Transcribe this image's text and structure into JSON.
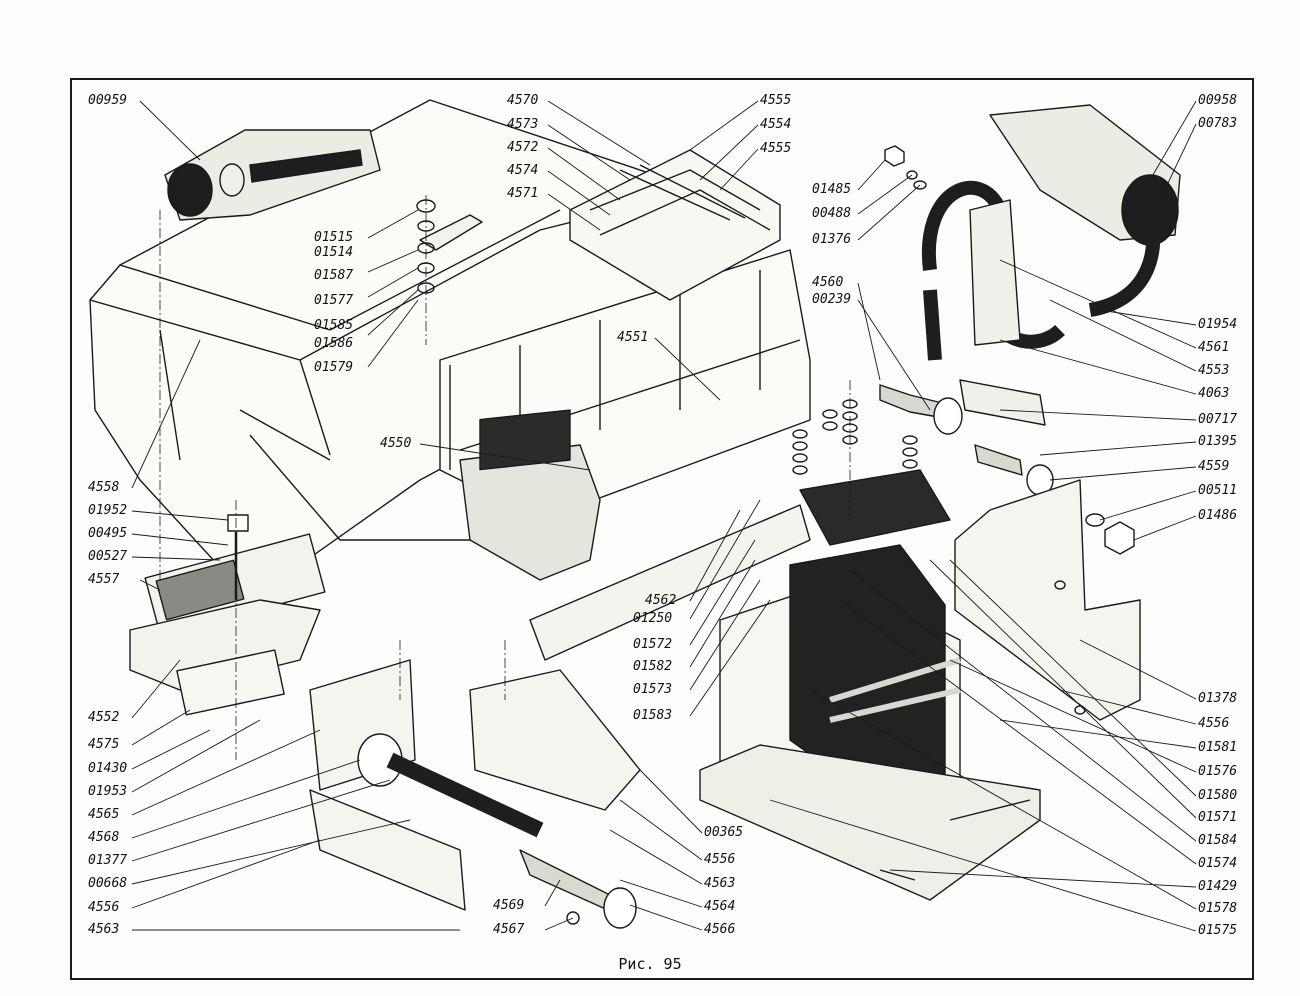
{
  "figure": {
    "caption": "Рис. 95"
  },
  "labels": [
    {
      "id": "l1",
      "text": "00959"
    },
    {
      "id": "l2",
      "text": "4570"
    },
    {
      "id": "l3",
      "text": "4573"
    },
    {
      "id": "l4",
      "text": "4572"
    },
    {
      "id": "l5",
      "text": "4574"
    },
    {
      "id": "l6",
      "text": "4571"
    },
    {
      "id": "l7",
      "text": "4555"
    },
    {
      "id": "l8",
      "text": "4554"
    },
    {
      "id": "l9",
      "text": "4555"
    },
    {
      "id": "l10",
      "text": "00958"
    },
    {
      "id": "l11",
      "text": "00783"
    },
    {
      "id": "l12",
      "text": "01485"
    },
    {
      "id": "l13",
      "text": "00488"
    },
    {
      "id": "l14",
      "text": "01376"
    },
    {
      "id": "l15",
      "text": "01515"
    },
    {
      "id": "l16",
      "text": "01514"
    },
    {
      "id": "l17",
      "text": "01587"
    },
    {
      "id": "l18",
      "text": "01577"
    },
    {
      "id": "l19",
      "text": "01585"
    },
    {
      "id": "l20",
      "text": "01586"
    },
    {
      "id": "l21",
      "text": "01579"
    },
    {
      "id": "l22",
      "text": "4560"
    },
    {
      "id": "l23",
      "text": "00239"
    },
    {
      "id": "l24",
      "text": "4551"
    },
    {
      "id": "l25",
      "text": "01954"
    },
    {
      "id": "l26",
      "text": "4561"
    },
    {
      "id": "l27",
      "text": "4553"
    },
    {
      "id": "l28",
      "text": "4063"
    },
    {
      "id": "l29",
      "text": "00717"
    },
    {
      "id": "l30",
      "text": "01395"
    },
    {
      "id": "l31",
      "text": "4559"
    },
    {
      "id": "l32",
      "text": "00511"
    },
    {
      "id": "l33",
      "text": "01486"
    },
    {
      "id": "l34",
      "text": "4550"
    },
    {
      "id": "l35",
      "text": "4558"
    },
    {
      "id": "l36",
      "text": "01952"
    },
    {
      "id": "l37",
      "text": "00495"
    },
    {
      "id": "l38",
      "text": "00527"
    },
    {
      "id": "l39",
      "text": "4557"
    },
    {
      "id": "l40",
      "text": "4562"
    },
    {
      "id": "l41",
      "text": "01250"
    },
    {
      "id": "l42",
      "text": "01572"
    },
    {
      "id": "l43",
      "text": "01582"
    },
    {
      "id": "l44",
      "text": "01573"
    },
    {
      "id": "l45",
      "text": "01583"
    },
    {
      "id": "l46",
      "text": "01378"
    },
    {
      "id": "l47",
      "text": "4556"
    },
    {
      "id": "l48",
      "text": "01581"
    },
    {
      "id": "l49",
      "text": "01576"
    },
    {
      "id": "l50",
      "text": "01580"
    },
    {
      "id": "l51",
      "text": "01571"
    },
    {
      "id": "l52",
      "text": "01584"
    },
    {
      "id": "l53",
      "text": "01574"
    },
    {
      "id": "l54",
      "text": "01429"
    },
    {
      "id": "l55",
      "text": "01578"
    },
    {
      "id": "l56",
      "text": "01575"
    },
    {
      "id": "l57",
      "text": "4552"
    },
    {
      "id": "l58",
      "text": "4575"
    },
    {
      "id": "l59",
      "text": "01430"
    },
    {
      "id": "l60",
      "text": "01953"
    },
    {
      "id": "l61",
      "text": "4565"
    },
    {
      "id": "l62",
      "text": "4568"
    },
    {
      "id": "l63",
      "text": "01377"
    },
    {
      "id": "l64",
      "text": "00668"
    },
    {
      "id": "l65",
      "text": "4556"
    },
    {
      "id": "l66",
      "text": "4563"
    },
    {
      "id": "l67",
      "text": "4569"
    },
    {
      "id": "l68",
      "text": "4567"
    },
    {
      "id": "l69",
      "text": "4566"
    },
    {
      "id": "l70",
      "text": "4564"
    },
    {
      "id": "l71",
      "text": "4563"
    },
    {
      "id": "l72",
      "text": "4556"
    },
    {
      "id": "l73",
      "text": "00365"
    }
  ]
}
